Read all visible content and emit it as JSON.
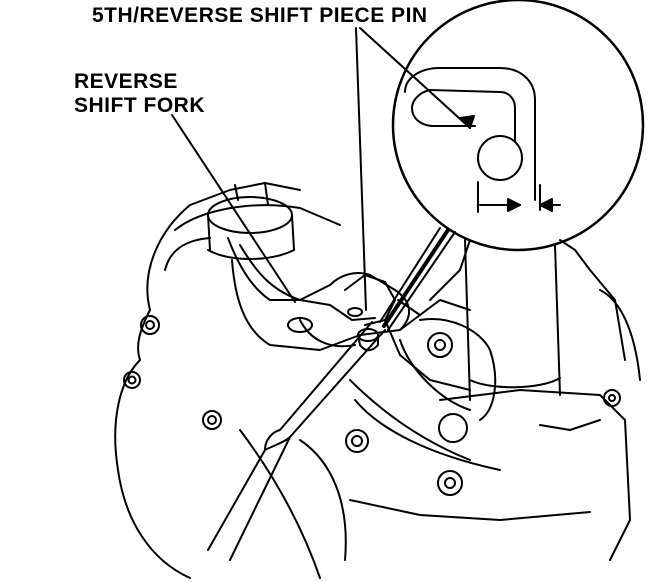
{
  "labels": {
    "shift_piece_pin": "5TH/REVERSE SHIFT PIECE PIN",
    "reverse_fork_line1": "REVERSE",
    "reverse_fork_line2": "SHIFT FORK"
  },
  "colors": {
    "ink": "#000000",
    "paper": "#ffffff"
  }
}
